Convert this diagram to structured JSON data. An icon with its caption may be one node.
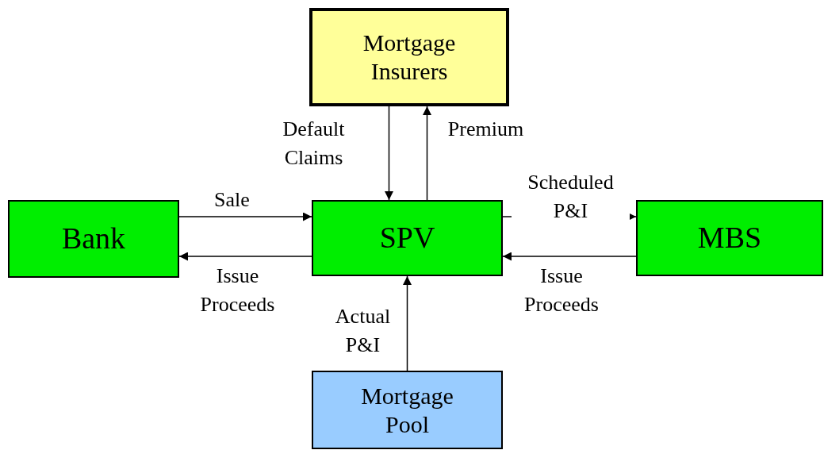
{
  "diagram": {
    "nodes": [
      {
        "text": [
          "Mortgage Insurers"
        ]
      },
      {
        "text": [
          "Bank"
        ]
      },
      {
        "text": [
          "SPV"
        ]
      },
      {
        "text": [
          "MBS"
        ]
      },
      {
        "text": [
          "Mortgage Pool"
        ]
      }
    ],
    "edges": [
      {
        "from": 0,
        "to": 2,
        "arrow": "to",
        "label": "Default Claims"
      },
      {
        "from": 2,
        "to": 0,
        "arrow": "to",
        "label": "Premium"
      },
      {
        "from": 1,
        "to": 2,
        "arrow": "to",
        "label": "Sale"
      },
      {
        "from": 2,
        "to": 1,
        "arrow": "to",
        "label": "Issue Proceeds"
      },
      {
        "from": 2,
        "to": 3,
        "arrow": "to",
        "label": "Scheduled P&I"
      },
      {
        "from": 3,
        "to": 2,
        "arrow": "to",
        "label": "Issue Proceeds"
      },
      {
        "from": 4,
        "to": 2,
        "arrow": "to",
        "label": "Actual P&I"
      }
    ]
  }
}
